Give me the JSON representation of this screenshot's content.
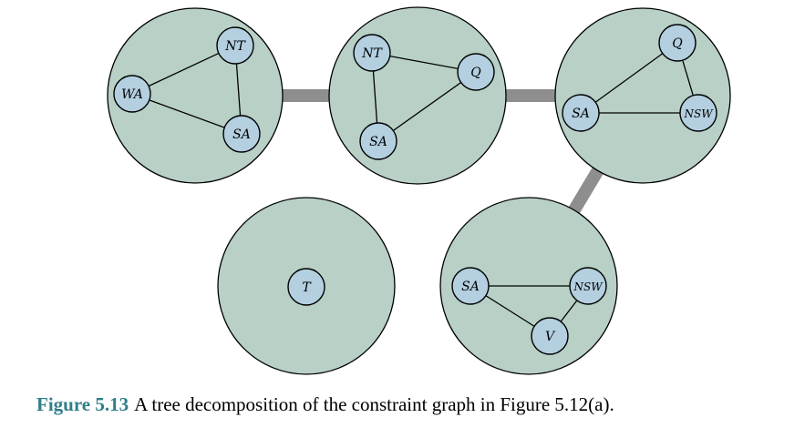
{
  "caption": {
    "label": "Figure 5.13",
    "text": "A tree decomposition of the constraint graph in Figure 5.12(a)."
  },
  "colors": {
    "cluster_fill": "#b8d0c6",
    "node_fill": "#b3cfe0",
    "connector": "#8e8e8e",
    "caption_label": "#2f7f8a"
  },
  "clusters": [
    {
      "nodes": [
        "WA",
        "NT",
        "SA"
      ],
      "edges": [
        [
          "WA",
          "NT"
        ],
        [
          "WA",
          "SA"
        ],
        [
          "NT",
          "SA"
        ]
      ]
    },
    {
      "nodes": [
        "NT",
        "Q",
        "SA"
      ],
      "edges": [
        [
          "NT",
          "Q"
        ],
        [
          "NT",
          "SA"
        ],
        [
          "SA",
          "Q"
        ]
      ]
    },
    {
      "nodes": [
        "Q",
        "SA",
        "NSW"
      ],
      "edges": [
        [
          "SA",
          "Q"
        ],
        [
          "SA",
          "NSW"
        ],
        [
          "Q",
          "NSW"
        ]
      ]
    },
    {
      "nodes": [
        "T"
      ],
      "edges": []
    },
    {
      "nodes": [
        "SA",
        "NSW",
        "V"
      ],
      "edges": [
        [
          "SA",
          "NSW"
        ],
        [
          "SA",
          "V"
        ],
        [
          "NSW",
          "V"
        ]
      ]
    }
  ],
  "tree_links": [
    [
      0,
      1
    ],
    [
      1,
      2
    ],
    [
      2,
      4
    ]
  ]
}
